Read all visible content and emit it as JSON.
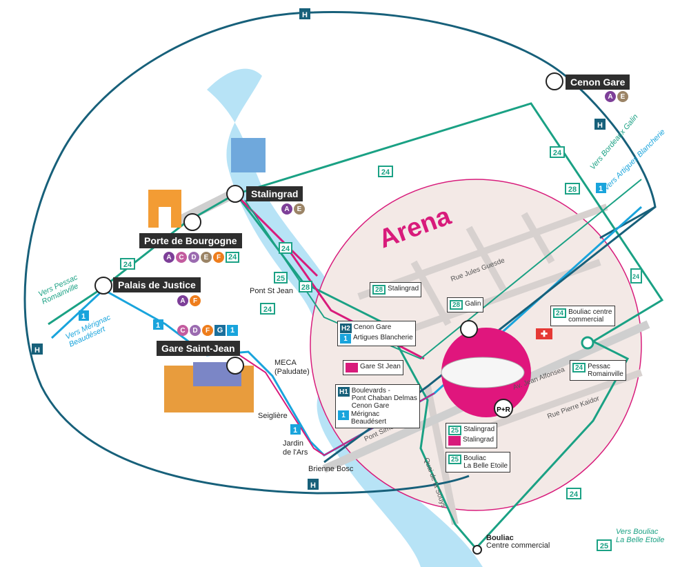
{
  "title": "Arena",
  "colors": {
    "ring_line": "#17607a",
    "line_24": "#1aa184",
    "line_1": "#19a4dc",
    "arena": "#d81b7b",
    "river": "#a8dcf3",
    "tram_A": "#7d3f98",
    "tram_C": "#c35c9f",
    "tram_D": "#9b6bb0",
    "tram_E": "#9b8466",
    "tram_F": "#ee7d1c",
    "tram_G": "#1a6f9c"
  },
  "ring_label": "H",
  "stations": {
    "cenon_gare": {
      "name": "Cenon Gare",
      "lines": [
        "A",
        "E"
      ]
    },
    "stalingrad": {
      "name": "Stalingrad",
      "lines": [
        "A",
        "E"
      ]
    },
    "porte_bourgogne": {
      "name": "Porte de Bourgogne",
      "lines": [
        "A",
        "C",
        "D",
        "E",
        "F"
      ],
      "bus": "24"
    },
    "palais_justice": {
      "name": "Palais de Justice",
      "lines": [
        "A",
        "F"
      ]
    },
    "gare_saint_jean": {
      "name": "Gare Saint-Jean",
      "lines": [
        "C",
        "D",
        "F",
        "G"
      ],
      "bus": "1"
    }
  },
  "stops": {
    "meca": "MECA\n(Paludate)",
    "seigliere": "Seiglière",
    "jardin": "Jardin\nde l'Ars",
    "brienne": "Brienne Bosc",
    "pont_st_jean": "Pont St Jean",
    "boulac_cc_title": "Bouliac",
    "boulac_cc_sub": "Centre commercial"
  },
  "streets": {
    "jules_guesde": "Rue Jules Guesde",
    "jean_alfonsea": "Av. Jean Alfonsea",
    "pierre_kaidor": "Rue Pierre Kaidor",
    "quai_souys": "Quai de la Souys",
    "pont_simone": "Pont Simone"
  },
  "directions": {
    "vers_pessac": "Vers Pessac\nRomainville",
    "vers_merignac": "Vers Mérignac\nBeaudésert",
    "vers_bordeaux_galin": "Vers Bordeaux Galin",
    "vers_artigues": "Vers Artigues Blancherie",
    "vers_bouliac": "Vers Bouliac\nLa Belle Etoile"
  },
  "boxes": {
    "b28_stalingrad": {
      "line": "28",
      "text": "Stalingrad"
    },
    "b28_galin": {
      "line": "28",
      "text": "Galin"
    },
    "b24_bouliac": {
      "line": "24",
      "text": "Bouliac centre\ncommercial"
    },
    "b24_pessac": {
      "line": "24",
      "text": "Pessac\nRomainville"
    },
    "h2": {
      "line": "H2",
      "text": "Cenon Gare"
    },
    "l1_artigues": {
      "line": "1",
      "text": "Artigues Blancherie"
    },
    "arena_gare": {
      "text": "Gare St Jean"
    },
    "h1": {
      "line": "H1",
      "text": "Boulevards -\nPont Chaban Delmas\nCenon Gare"
    },
    "l1_merignac": {
      "line": "1",
      "text": "Mérignac\nBeaudésert"
    },
    "b25_stalingrad": {
      "line": "25",
      "text": "Stalingrad"
    },
    "arena_stalingrad": {
      "text": "Stalingrad"
    },
    "b25_bouliac": {
      "line": "25",
      "text": "Bouliac\nLa Belle Etoile"
    }
  },
  "line_badges": {
    "l24": "24",
    "l25": "25",
    "l28": "28",
    "l1": "1",
    "la": "A"
  },
  "parking": "P+R"
}
